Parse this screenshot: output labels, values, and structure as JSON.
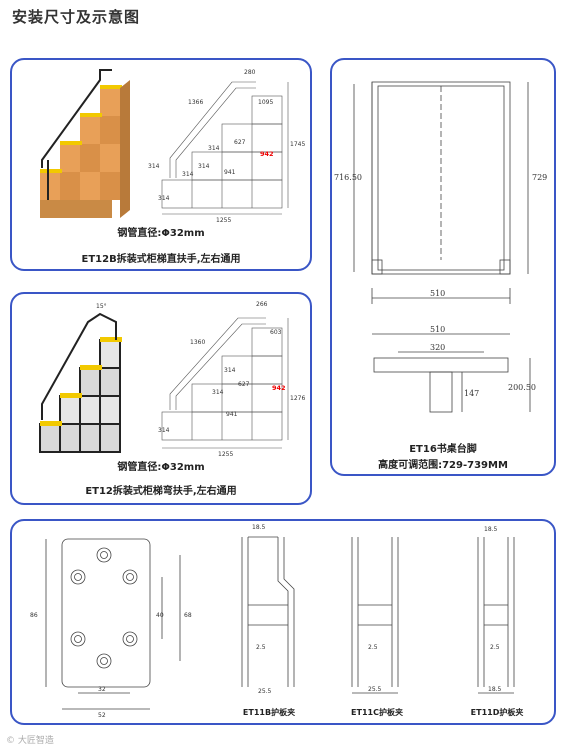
{
  "page": {
    "title": "安装尺寸及示意图"
  },
  "panel1": {
    "pipe_label": "钢管直径:Φ32mm",
    "caption": "ET12B拆装式柜梯直扶手,左右通用",
    "dims": {
      "d_top": "280",
      "d_rail": "1366",
      "d_h1": "1095",
      "d_h2": "942",
      "d_h3": "1745",
      "d_h4": "314",
      "d_h5": "314",
      "d_h6": "314",
      "d_w1": "627",
      "d_w2": "941",
      "d_w3": "1255",
      "d_side": "314",
      "d_b": "314"
    }
  },
  "panel2": {
    "pipe_label": "钢管直径:Φ32mm",
    "caption": "ET12拆装式柜梯弯扶手,左右通用",
    "dims": {
      "d_top": "266",
      "d_rail": "1360",
      "d_angle": "15°",
      "d_h1": "603",
      "d_h2": "942",
      "d_h3": "1276",
      "d_h4": "314",
      "d_h5": "314",
      "d_w1": "627",
      "d_w2": "941",
      "d_w3": "1255",
      "d_b": "314"
    }
  },
  "panel3": {
    "caption": "ET16书桌台脚",
    "range": "高度可调范围:729-739MM",
    "dims": {
      "h_inner": "716.50",
      "h_outer": "729",
      "w_bottom": "510",
      "w_top": "510",
      "w_mid": "320",
      "h_foot": "200.50",
      "h_small": "147"
    }
  },
  "panel4": {
    "dims": {
      "plate_h": "86",
      "plate_w": "52",
      "inner_h": "68",
      "inner_40": "40",
      "bottom_32": "32",
      "b_top": "18.5",
      "b_25": "25.5",
      "b_2_5": "2.5",
      "c_25": "25.5",
      "c_2_5": "2.5",
      "d_top": "18.5",
      "d_2_5": "2.5",
      "d_bottom": "18.5"
    },
    "labels": {
      "b": "ET11B护板夹",
      "c": "ET11C护板夹",
      "d": "ET11D护板夹"
    }
  },
  "watermark": "© 大匠智造"
}
